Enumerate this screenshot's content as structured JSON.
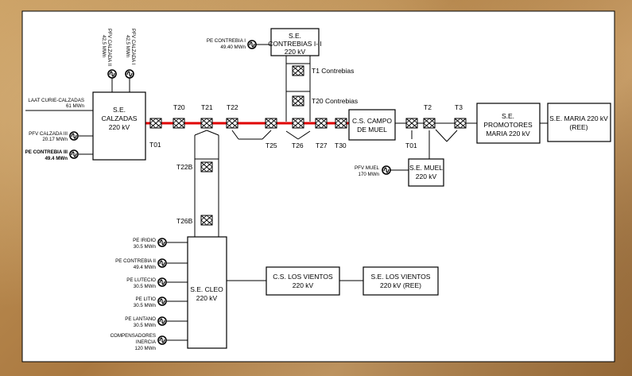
{
  "substations": {
    "calzadas": [
      "S.E.",
      "CALZADAS",
      "220 kV"
    ],
    "contrebias": [
      "S.E.",
      "CONTREBIAS I-II",
      "220 kV"
    ],
    "campo_muel": [
      "C.S. CAMPO",
      "DE MUEL"
    ],
    "muel": [
      "S.E. MUEL",
      "220 kV"
    ],
    "promotores": [
      "S.E.",
      "PROMOTORES",
      "MARIA 220 kV"
    ],
    "maria_ree": [
      "S.E. MARIA 220 kV",
      "(REE)"
    ],
    "cleo": [
      "S.E. CLEO",
      "220 kV"
    ],
    "cs_los_vientos": [
      "C.S. LOS VIENTOS",
      "220 kV"
    ],
    "se_los_vientos": [
      "S.E. LOS VIENTOS",
      "220 kV (REE)"
    ]
  },
  "transformers": {
    "t20": "T20",
    "t21": "T21",
    "t22": "T22",
    "t01_left": "T01",
    "t22b": "T22B",
    "t26b": "T26B",
    "t25": "T25",
    "t26": "T26",
    "t27": "T27",
    "t30": "T30",
    "t1_contrebias": "T1 Contrebias",
    "t20_contrebias": "T20 Contrebias",
    "t2": "T2",
    "t3": "T3",
    "t01_right": "T01"
  },
  "generators": {
    "pe_contrebia_i": {
      "name": "PE CONTREBIA I",
      "power": "49.40 MWn"
    },
    "pfv_calzada_ii": {
      "name": "PFV CALZADA II",
      "power": "42,5 MWn"
    },
    "pfv_calzada_i": {
      "name": "PFV CALZADA I",
      "power": "42,5 MWn"
    },
    "laat": {
      "name": "LAAT CURIE-CALZADAS",
      "power": "61 MWn"
    },
    "pfv_calzada_iii": {
      "name": "PFV CALZADA III",
      "power": "20.17 MWn"
    },
    "pe_contrebia_iii": {
      "name": "PE CONTREBIA III",
      "power": "49.4 MWn"
    },
    "pfv_muel": {
      "name": "PFV MUEL",
      "power": "170 MWn"
    },
    "pe_iridio": {
      "name": "PE IRIDIO",
      "power": "30.5 MWn"
    },
    "pe_contrebia_ii": {
      "name": "PE CONTREBIA II",
      "power": "49.4 MWn"
    },
    "pe_lutecio": {
      "name": "PE LUTECIO",
      "power": "30.5 MWn"
    },
    "pe_litio": {
      "name": "PE LITIO",
      "power": "30.5 MWn"
    },
    "pe_lantano": {
      "name": "PE LANTANO",
      "power": "30.5 MWn"
    },
    "compensadores": {
      "name_1": "COMPENSADORES",
      "name_2": "INERCIA",
      "power": "120 MWn"
    }
  },
  "colors": {
    "highlight_line": "#e00000",
    "box_fill": "#ffffff",
    "line": "#000000"
  }
}
